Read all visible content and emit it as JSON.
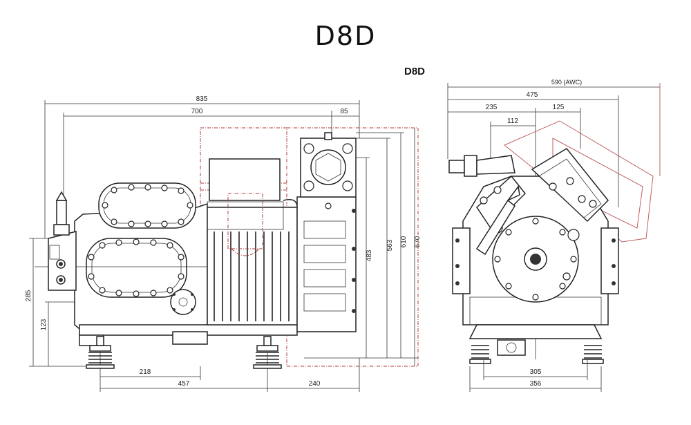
{
  "title": "D8D",
  "drawing_label": "D8D",
  "side_view": {
    "dimensions": {
      "overall_length": "835",
      "base_length": "700",
      "top_offset": "85",
      "height_1": "483",
      "height_2": "563",
      "height_3": "610",
      "height_4": "670",
      "left_height_1": "285",
      "left_height_2": "123",
      "bottom_1": "218",
      "bottom_2": "457",
      "bottom_3": "240"
    }
  },
  "front_view": {
    "dimensions": {
      "top_awc": "590 (AWC)",
      "top_2": "475",
      "top_left": "235",
      "top_right": "125",
      "top_inner": "112",
      "bottom_1": "305",
      "bottom_2": "356"
    }
  }
}
